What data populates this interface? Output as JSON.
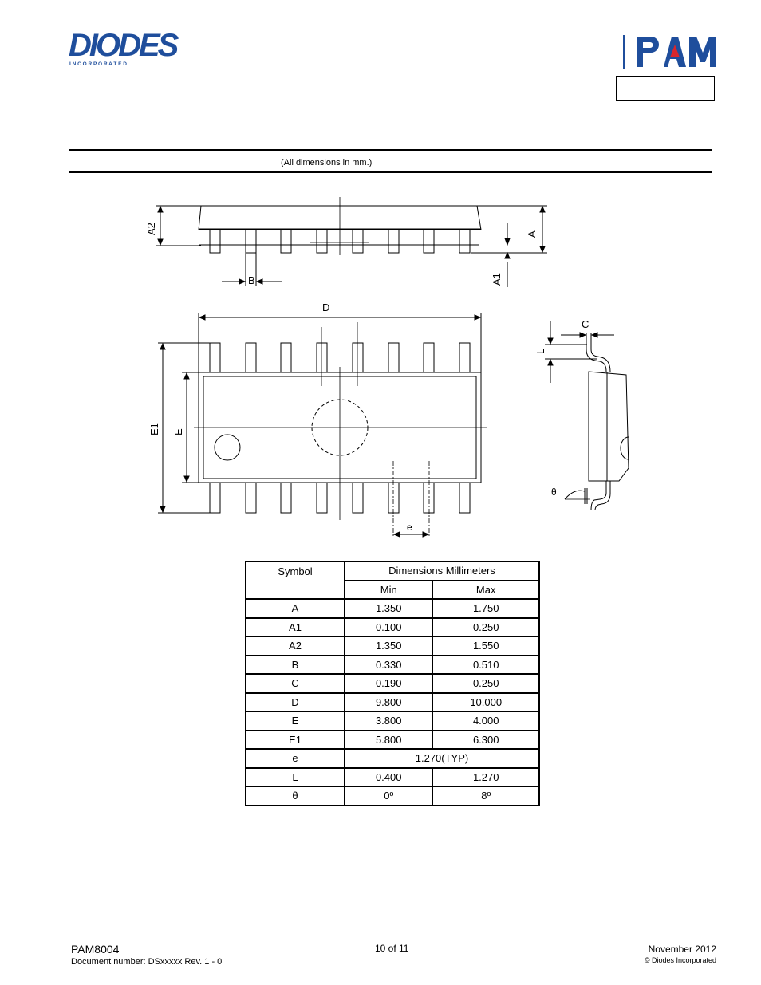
{
  "header": {
    "diodes_logo_text": "DIODES",
    "diodes_logo_sub": "I N C O R P O R A T E D",
    "pam_logo_text": "PAM"
  },
  "section": {
    "note": "(All dimensions in mm.)"
  },
  "drawing_labels": {
    "a2": "A2",
    "a": "A",
    "a1": "A1",
    "b": "B",
    "d": "D",
    "e1": "E1",
    "e": "E",
    "c": "C",
    "l": "L",
    "theta": "θ",
    "pitch": "e"
  },
  "table": {
    "symbol_header": "Symbol",
    "dims_header": "Dimensions Millimeters",
    "min_header": "Min",
    "max_header": "Max",
    "rows": [
      {
        "symbol": "A",
        "min": "1.350",
        "max": "1.750"
      },
      {
        "symbol": "A1",
        "min": "0.100",
        "max": "0.250"
      },
      {
        "symbol": "A2",
        "min": "1.350",
        "max": "1.550"
      },
      {
        "symbol": "B",
        "min": "0.330",
        "max": "0.510"
      },
      {
        "symbol": "C",
        "min": "0.190",
        "max": "0.250"
      },
      {
        "symbol": "D",
        "min": "9.800",
        "max": "10.000"
      },
      {
        "symbol": "E",
        "min": "3.800",
        "max": "4.000"
      },
      {
        "symbol": "E1",
        "min": "5.800",
        "max": "6.300"
      },
      {
        "symbol": "e",
        "typ": "1.270(TYP)"
      },
      {
        "symbol": "L",
        "min": "0.400",
        "max": "1.270"
      },
      {
        "symbol": "θ",
        "min": "0º",
        "max": "8º"
      }
    ]
  },
  "footer": {
    "product": "PAM8004",
    "doc_number": "Document number: DSxxxxx Rev. 1 - 0",
    "page": "10 of 11",
    "date": "November 2012",
    "copyright": "© Diodes Incorporated"
  },
  "colors": {
    "brand_blue": "#1f4e9c",
    "pam_red": "#d9262c"
  }
}
